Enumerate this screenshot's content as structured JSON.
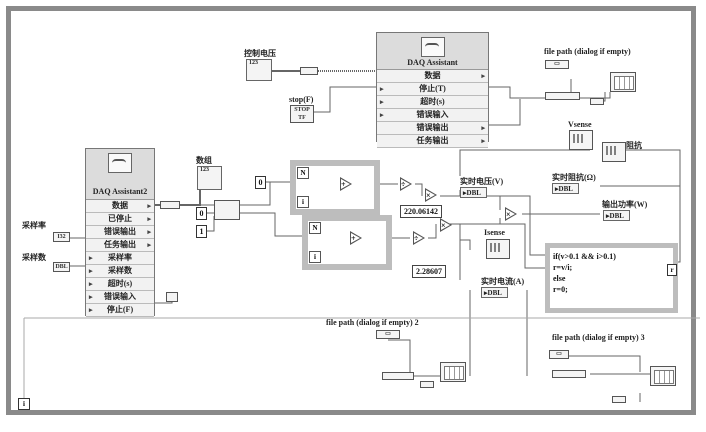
{
  "daq1": {
    "title": "DAQ Assistant",
    "rows": [
      "数据",
      "停止(T)",
      "超时(s)",
      "错误输入",
      "错误输出",
      "任务输出"
    ]
  },
  "daq2": {
    "title": "DAQ Assistant2",
    "rows": [
      "数据",
      "已停止",
      "错误输出",
      "任务输出",
      "采样率",
      "采样数",
      "超时(s)",
      "错误输入",
      "停止(F)"
    ]
  },
  "labels": {
    "control_voltage": "控制电压",
    "stop": "stop(F)",
    "array": "数组",
    "sample_rate": "采样率",
    "sample_count": "采样数",
    "file_path_1": "file path (dialog if empty)",
    "file_path_2": "file path (dialog if empty) 2",
    "file_path_3": "file path (dialog if empty) 3",
    "vsense": "Vsense",
    "isense": "Isense",
    "resistance": "阻抗",
    "rt_voltage": "实时电压(V)",
    "rt_resistance": "实时阻抗(Ω)",
    "output_power": "输出功率(W)",
    "rt_current": "实时电流(A)"
  },
  "terminals": {
    "dbl": "DBL",
    "i32": "I32",
    "stop_text": "STOP",
    "tf": "TF",
    "num123": "123",
    "n": "N",
    "i": "i",
    "path_glyph": "▭"
  },
  "constants": {
    "zero_a": "0",
    "zero_b": "0",
    "one": "1"
  },
  "values": {
    "v_factor": "220.06142",
    "i_factor": "2.28607"
  },
  "indicators": {
    "rt_voltage": "▸DBL",
    "rt_resistance": "▸DBL",
    "output_power": "▸DBL",
    "rt_current": "▸DBL"
  },
  "formula": {
    "lines": [
      "if(v>0.1 && i>0.1)",
      "r=v/i;",
      "else",
      "r=0;"
    ],
    "out": "r"
  },
  "ops": {
    "plus": "+",
    "times": "×",
    "divide": "÷"
  }
}
